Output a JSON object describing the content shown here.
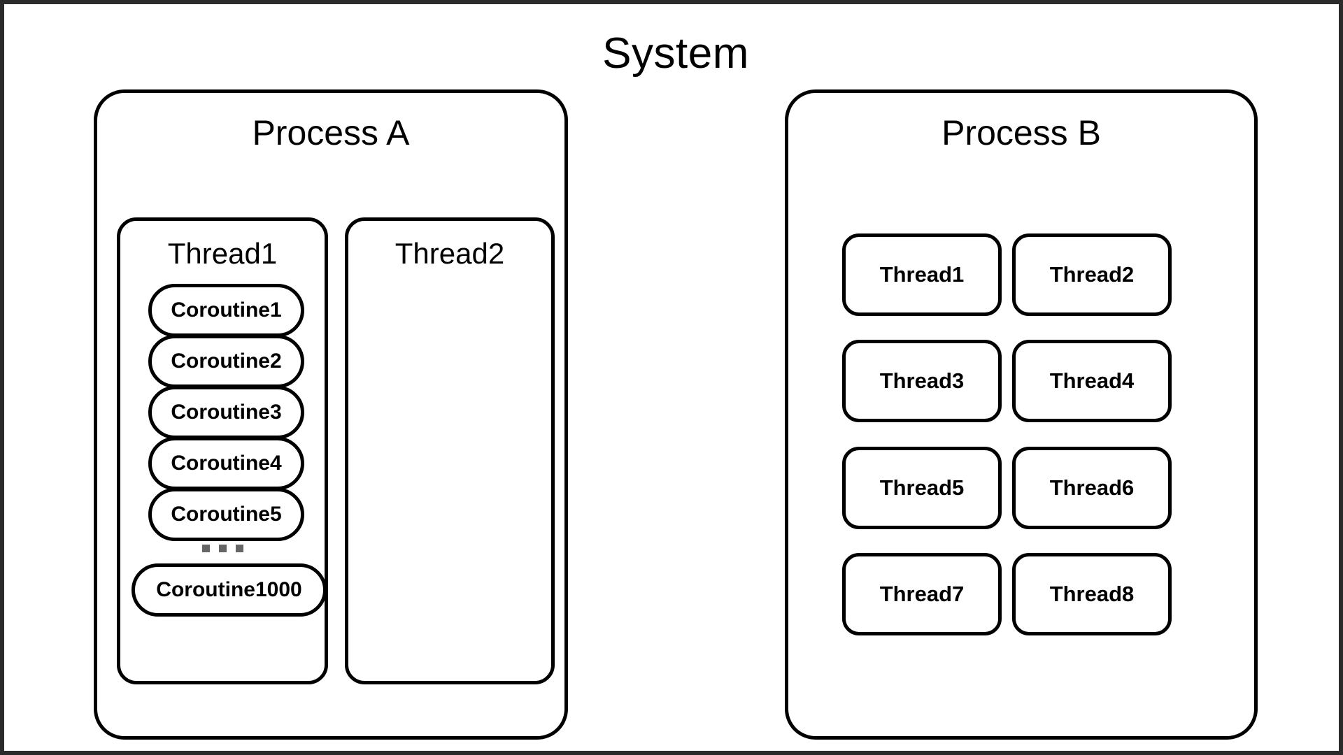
{
  "diagram": {
    "title": "System",
    "frame_color": "#2b2b2b",
    "stroke_color": "#000000",
    "background_color": "#ffffff",
    "ellipsis_color": "#666666"
  },
  "process_a": {
    "title": "Process A",
    "threads": [
      {
        "label": "Thread1",
        "coroutines": [
          {
            "label": "Coroutine1",
            "wide": false
          },
          {
            "label": "Coroutine2",
            "wide": false
          },
          {
            "label": "Coroutine3",
            "wide": false
          },
          {
            "label": "Coroutine4",
            "wide": false
          },
          {
            "label": "Coroutine5",
            "wide": false
          },
          {
            "label": "Coroutine1000",
            "wide": true
          }
        ],
        "ellipsis": "..."
      },
      {
        "label": "Thread2",
        "coroutines": []
      }
    ]
  },
  "process_b": {
    "title": "Process B",
    "threads": [
      {
        "label": "Thread1"
      },
      {
        "label": "Thread2"
      },
      {
        "label": "Thread3"
      },
      {
        "label": "Thread4"
      },
      {
        "label": "Thread5"
      },
      {
        "label": "Thread6"
      },
      {
        "label": "Thread7"
      },
      {
        "label": "Thread8"
      }
    ]
  }
}
